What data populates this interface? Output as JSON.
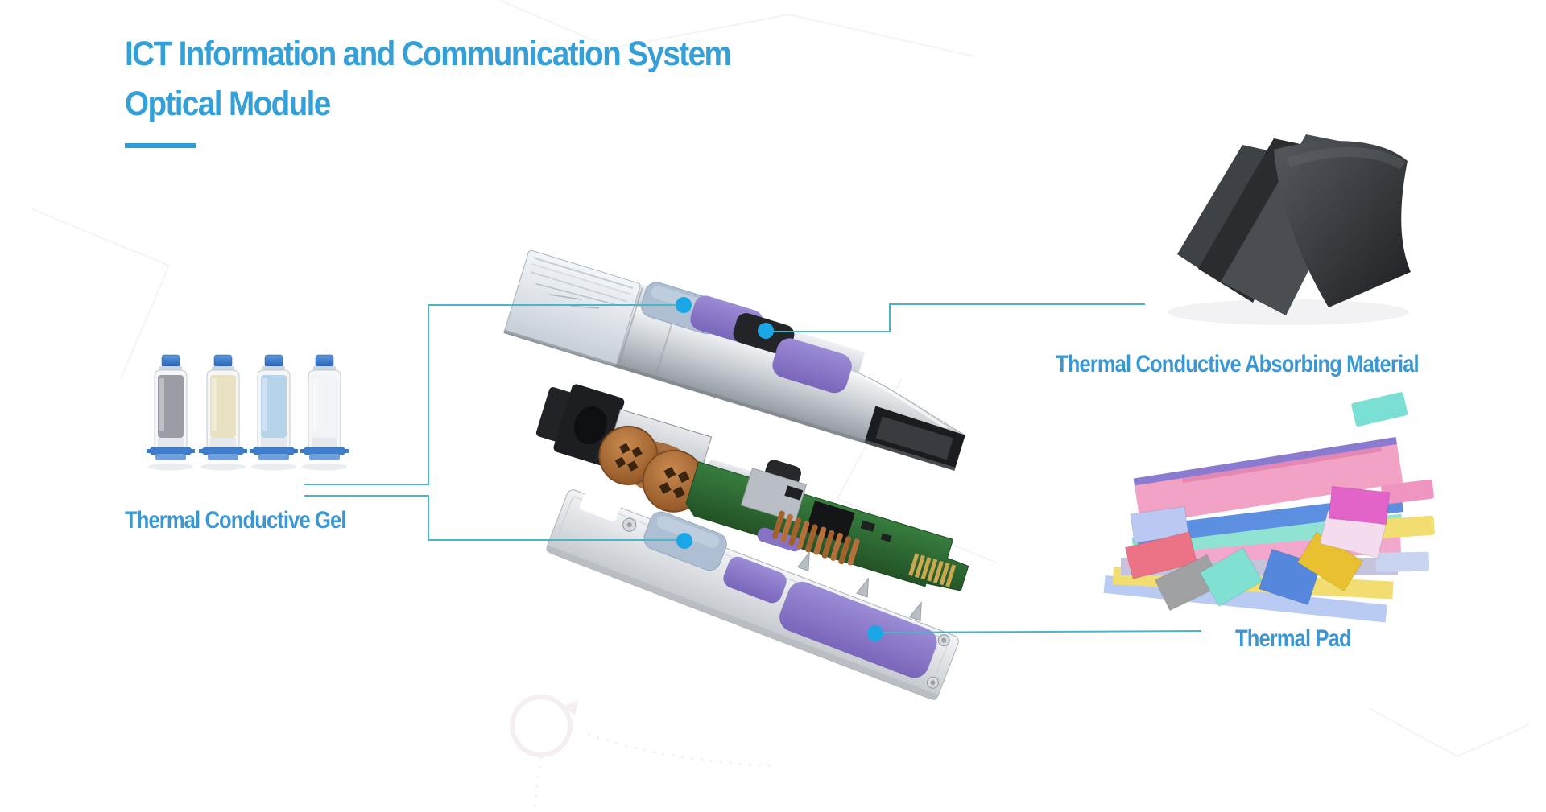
{
  "header": {
    "title_line1": "ICT Information and Communication System",
    "title_line2": "Optical Module"
  },
  "sections": {
    "gel": {
      "label": "Thermal Conductive Gel"
    },
    "absorbing": {
      "label": "Thermal Conductive Absorbing Material"
    },
    "pad": {
      "label": "Thermal Pad"
    }
  },
  "illustrations": {
    "gel_syringes": "four dispensing syringes of thermal conductive gel",
    "optical_module": "exploded view of optical transceiver module: top shell, optical engine PCB, bottom plate",
    "absorbing_sheets": "fanned dark thermal conductive absorbing sheets",
    "thermal_pads": "stack of colored thermal pad sheets with sample pads fanned below"
  },
  "colors": {
    "title_blue": "#35A0D7",
    "label_blue": "#3B97D3",
    "underline_blue": "#2E9FD6",
    "connector_teal": "#4AB5C6",
    "dot_blue": "#1BA6E6",
    "pad_purple": "#8673C4",
    "gel_pad_gray_blue": "#AEBFD3",
    "pcb_green": "#2E6B34",
    "copper": "#A4632F",
    "gold": "#C9A94F",
    "housing_silver": "#C6CBD2",
    "absorbing_sheet_dark": "#2E3134",
    "syringe_cap_blue": "#2F72C3",
    "gel_fills": [
      "#9C9CA6",
      "#E8E1C2",
      "#B7D3EA",
      "#F1F3F6"
    ],
    "stack_sheet_colors": [
      "#F2A2C4",
      "#5C8FE0",
      "#90E2D2",
      "#F2A8CC",
      "#C6C4DC",
      "#F2DE70",
      "#B9CBF2"
    ],
    "sample_pad_colors": [
      "#BBC8F4",
      "#EC7386",
      "#A0A1A3",
      "#80E1D3",
      "#5588DD",
      "#E8C030",
      "#F4DBEE",
      "#E264C8"
    ]
  }
}
